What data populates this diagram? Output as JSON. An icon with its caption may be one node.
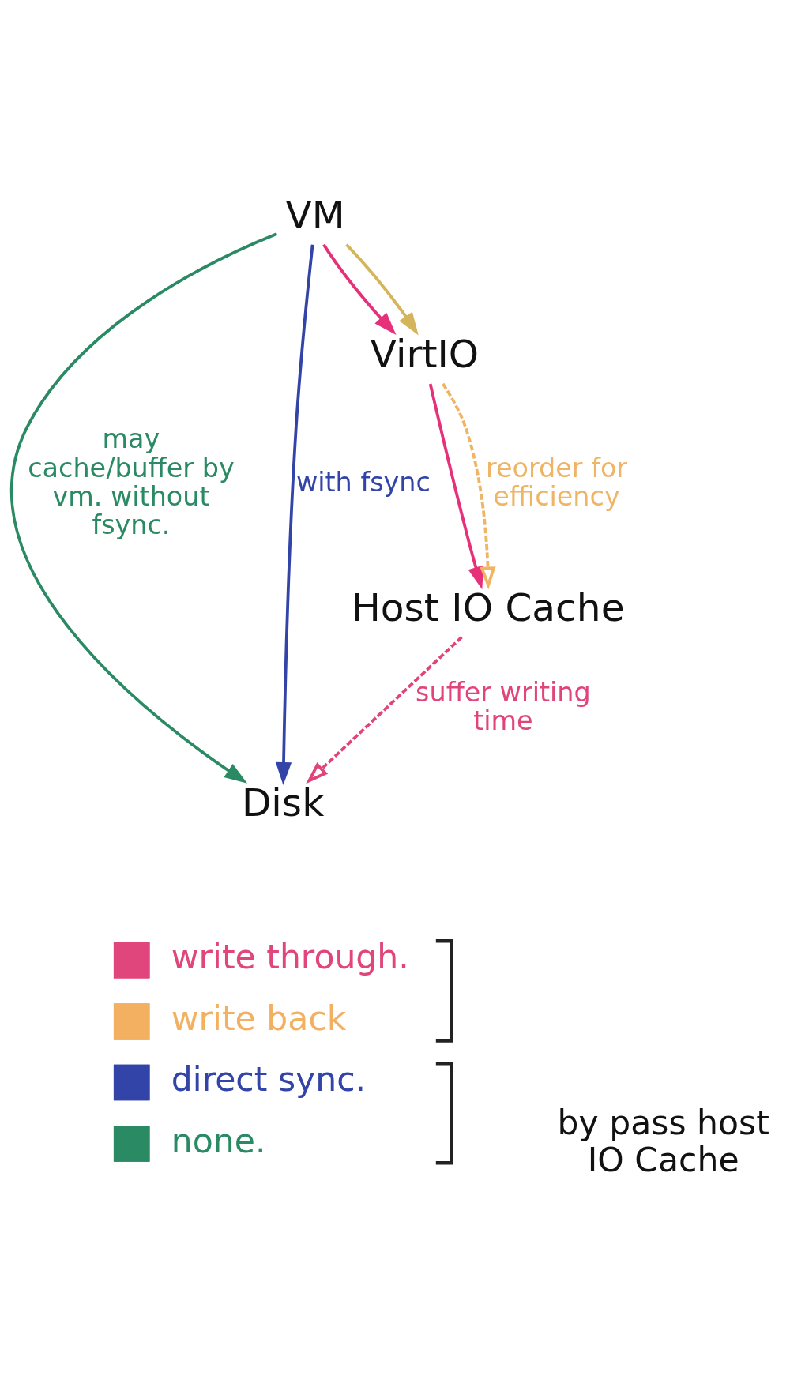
{
  "diagram": {
    "nodes": [
      {
        "text": [
          "VM"
        ]
      },
      {
        "text": [
          "VirtIO"
        ]
      },
      {
        "text": [
          "Host IO Cache"
        ]
      },
      {
        "text": [
          "Disk"
        ]
      }
    ],
    "edges": [
      {
        "from": 0,
        "to": 3,
        "arrow": "to",
        "label": "may cache/buffer by vm. without fsync.",
        "color": "#2a8a64"
      },
      {
        "from": 0,
        "to": 3,
        "arrow": "to",
        "label": "with fsync",
        "color": "#3344a8"
      },
      {
        "from": 0,
        "to": 1,
        "arrow": "to",
        "color": "#e6307a"
      },
      {
        "from": 0,
        "to": 1,
        "arrow": "to",
        "color": "#d4b55c"
      },
      {
        "from": 1,
        "to": 2,
        "arrow": "to",
        "color": "#e6307a"
      },
      {
        "from": 1,
        "to": 2,
        "arrow": "to",
        "style": "dashed",
        "label": "reorder for efficiency",
        "color": "#f0b465"
      },
      {
        "from": 2,
        "to": 3,
        "arrow": "to",
        "style": "dashed",
        "label": "suffer writing time",
        "color": "#e0447a"
      }
    ],
    "labels": [
      "by pass host IO Cache"
    ],
    "legend": [
      {
        "text": "write through.",
        "color": "#e0457b"
      },
      {
        "text": "write back",
        "color": "#f2b060"
      },
      {
        "text": "direct sync.",
        "color": "#3344a8"
      },
      {
        "text": "none.",
        "color": "#2a8a64"
      }
    ]
  }
}
